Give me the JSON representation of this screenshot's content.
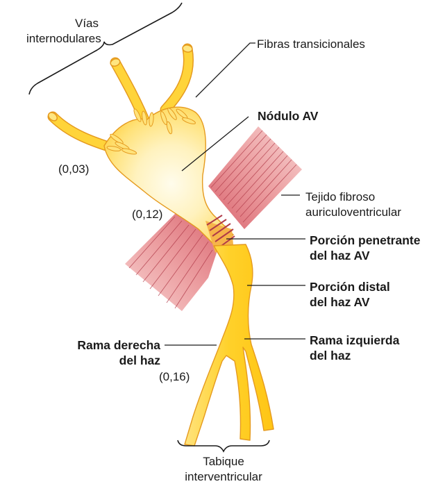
{
  "labels": {
    "vias_1": "Vías",
    "vias_2": "internodulares",
    "fibras": "Fibras transicionales",
    "nodulo": "Nódulo AV",
    "tejido_1": "Tejido fibroso",
    "tejido_2": "auriculoventricular",
    "penetrante_1": "Porción penetrante",
    "penetrante_2": "del haz AV",
    "distal_1": "Porción distal",
    "distal_2": "del haz AV",
    "izquierda_1": "Rama izquierda",
    "izquierda_2": "del haz",
    "derecha_1": "Rama derecha",
    "derecha_2": "del haz",
    "tabique_1": "Tabique",
    "tabique_2": "interventricular",
    "t003": "(0,03)",
    "t012": "(0,12)",
    "t016": "(0,16)"
  },
  "colors": {
    "conduction_fill": "#FFD43A",
    "conduction_outline": "#E59A1E",
    "node_center": "#FFFBEA",
    "fibrous_tissue": "#E48A8E",
    "fibrous_lines": "#B03A48"
  }
}
